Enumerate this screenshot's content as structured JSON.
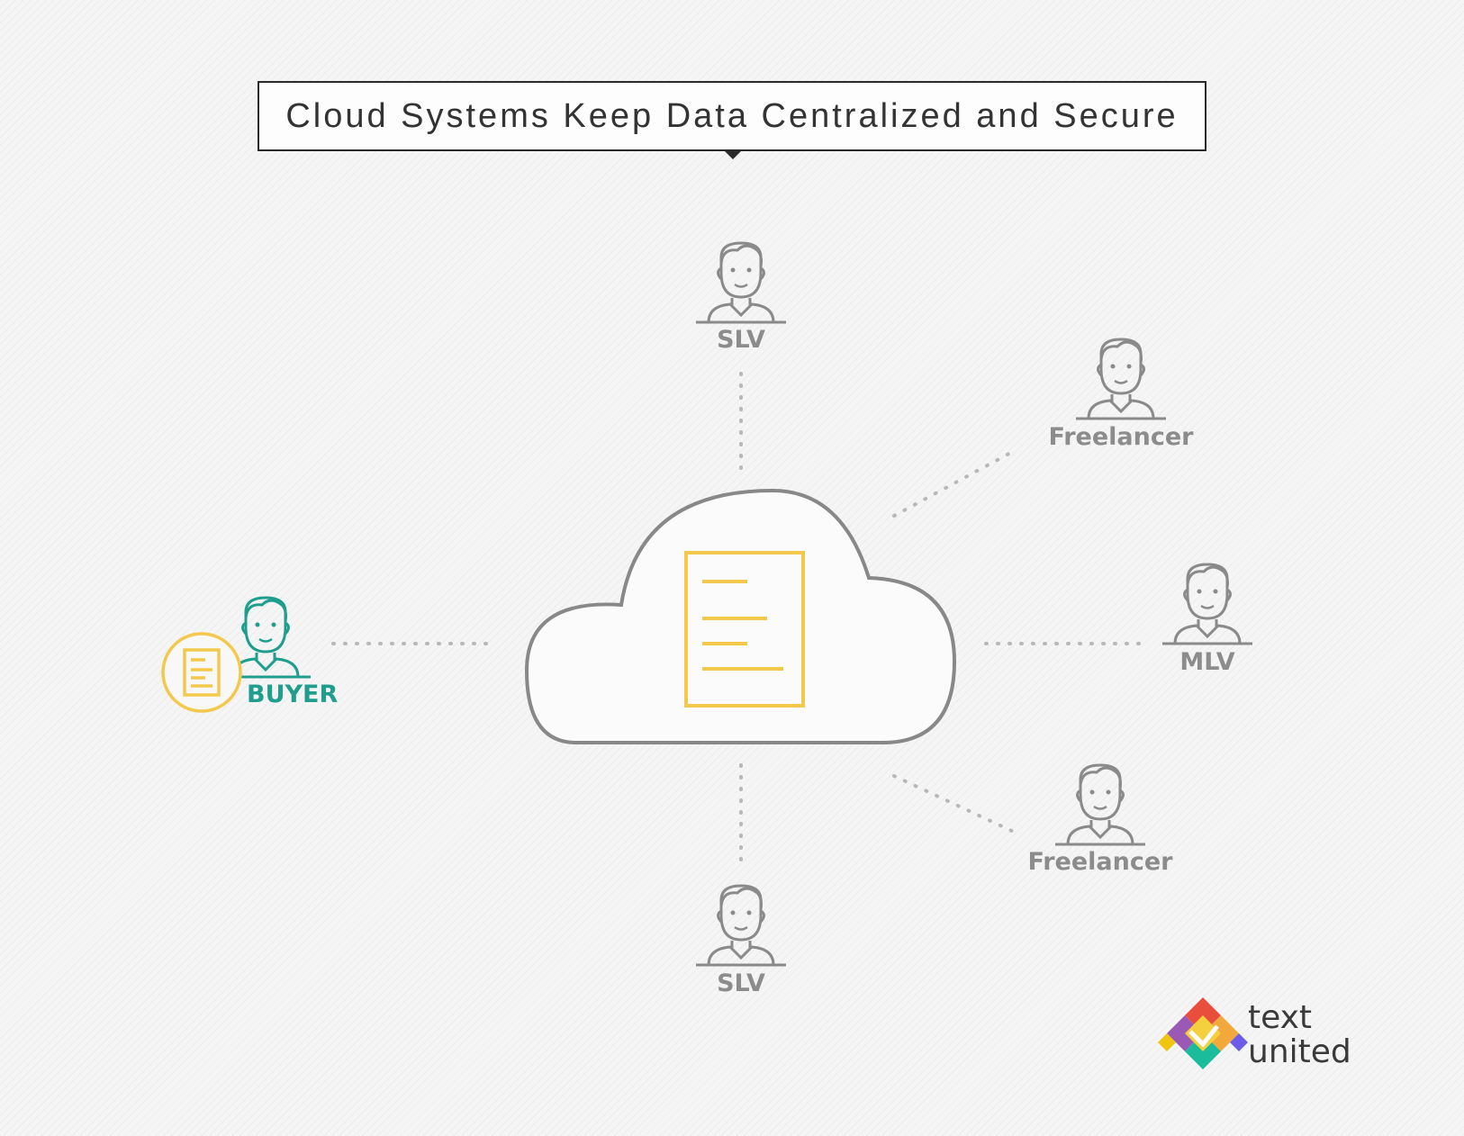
{
  "title": "Cloud Systems Keep Data Centralized and Secure",
  "colors": {
    "person_stroke": "#8a8a8a",
    "buyer_stroke": "#1f9e8e",
    "document_stroke": "#f2c94c",
    "cloud_stroke": "#888888",
    "connector": "#b8b8b8"
  },
  "nodes": {
    "slv_top": "SLV",
    "freelancer_top": "Freelancer",
    "mlv": "MLV",
    "freelancer_bottom": "Freelancer",
    "slv_bottom": "SLV",
    "buyer": "BUYER"
  },
  "icons": {
    "person": "person-icon",
    "document": "document-icon",
    "cloud": "cloud-icon",
    "logo": "text-united-logo-mark"
  },
  "logo": {
    "line1": "text",
    "line2": "united"
  }
}
